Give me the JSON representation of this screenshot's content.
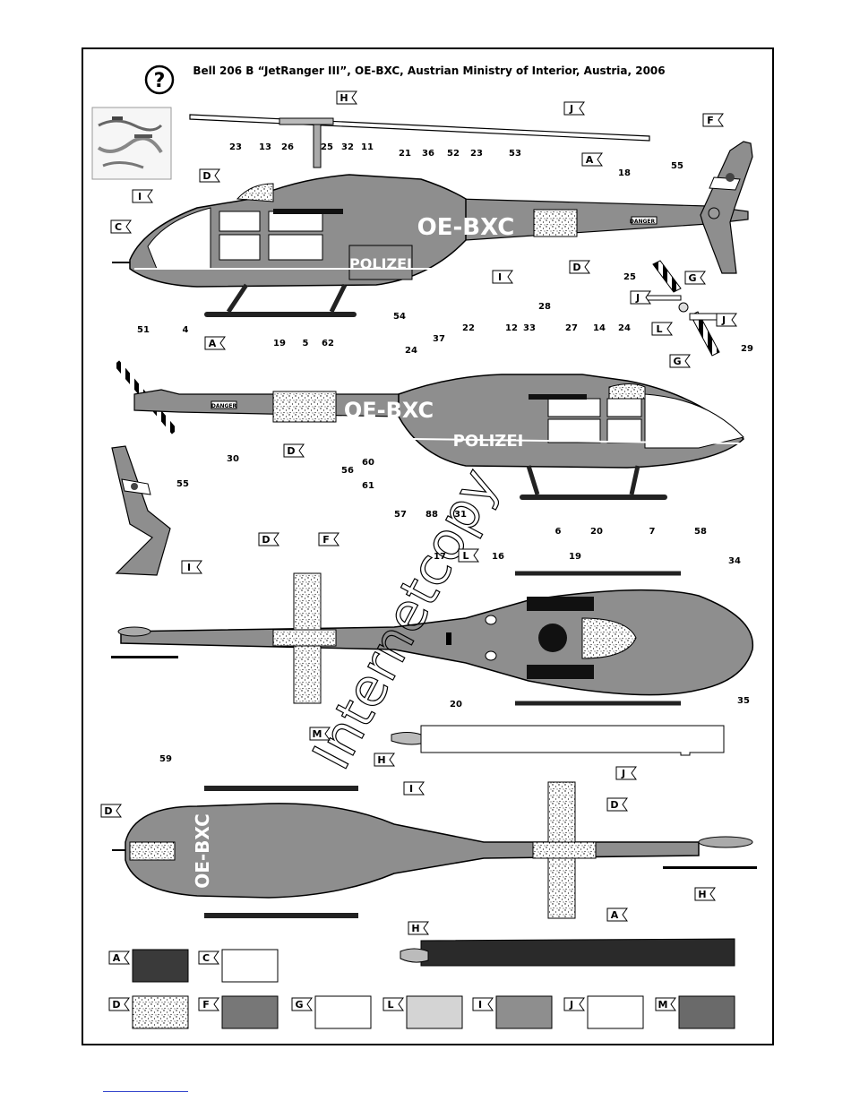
{
  "title": "Bell 206 B “JetRanger III”, OE-BXC, Austrian Ministry of Interior, Austria, 2006",
  "help_icon": "question-mark-circle-icon",
  "registration": "OE-BXC",
  "polizei": "POLIZEI",
  "danger": "DANGER",
  "watermark": "Internetcopy",
  "colors": {
    "A": "#3a3a3a",
    "C": "#ffffff",
    "F": "#777777",
    "G": "#ffffff",
    "L": "#d4d4d4",
    "I": "#8e8e8e",
    "J": "#ffffff",
    "M": "#6a6a6a"
  },
  "flags": {
    "view1": {
      "H": "H",
      "J": "J",
      "F": "F",
      "D1": "D",
      "I1": "I",
      "C": "C",
      "A_rotor": "A",
      "D2": "D",
      "I2": "I",
      "A_skid": "A"
    },
    "rotor": {
      "G1": "G",
      "J1": "J",
      "L": "L",
      "J2": "J",
      "G2": "G"
    },
    "view2": {
      "D": "D"
    },
    "fin": {
      "I": "I"
    },
    "view3": {
      "D": "D",
      "F": "F",
      "L": "L",
      "M": "M"
    },
    "blade1": {
      "H": "H",
      "J": "J"
    },
    "view4": {
      "D1": "D",
      "I": "I",
      "D2": "D",
      "H": "H"
    },
    "blade2": {
      "H": "H",
      "A": "A"
    }
  },
  "callouts": {
    "view1": [
      "23",
      "13",
      "26",
      "25",
      "32",
      "11",
      "21",
      "36",
      "52",
      "23",
      "53",
      "18",
      "55",
      "51",
      "4",
      "19",
      "5",
      "62",
      "54"
    ],
    "rotor": [
      "28",
      "25",
      "29"
    ],
    "view2": [
      "37",
      "22",
      "12",
      "33",
      "27",
      "14",
      "24",
      "24",
      "30",
      "56",
      "60",
      "61",
      "57",
      "88",
      "31",
      "6",
      "20",
      "7",
      "58"
    ],
    "fin": [
      "55"
    ],
    "view3": [
      "17",
      "16",
      "19",
      "34",
      "20",
      "35"
    ],
    "view4": [
      "59"
    ]
  },
  "legend": [
    {
      "code": "A",
      "pattern": "solid"
    },
    {
      "code": "C",
      "pattern": "solid"
    },
    {
      "code": "D",
      "pattern": "stipple"
    },
    {
      "code": "F",
      "pattern": "solid"
    },
    {
      "code": "G",
      "pattern": "solid"
    },
    {
      "code": "L",
      "pattern": "solid"
    },
    {
      "code": "I",
      "pattern": "solid"
    },
    {
      "code": "J",
      "pattern": "solid"
    },
    {
      "code": "M",
      "pattern": "solid"
    }
  ]
}
